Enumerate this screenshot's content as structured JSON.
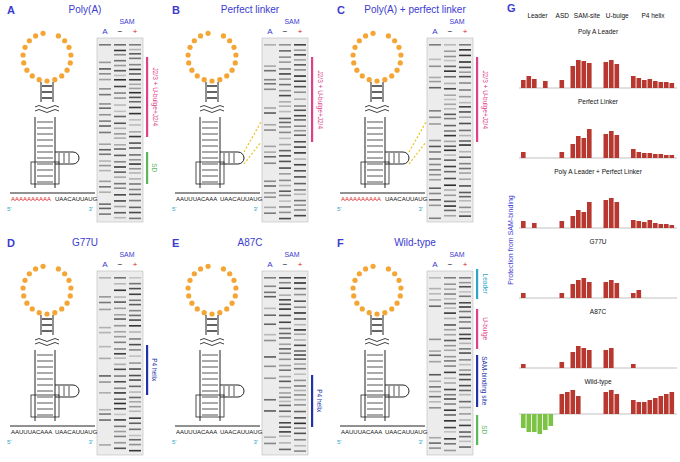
{
  "diagram": {
    "labels": [
      "A",
      "Poly(A)",
      "A",
      "SAM",
      "−",
      "+",
      "5'",
      "3'",
      "AAAAAAAAAA",
      "UAACAUUAUG",
      "J2/3 + U-bulge+J2/4",
      "SD",
      "B",
      "Perfect linker",
      "A",
      "SAM",
      "−",
      "+",
      "5'",
      "3'",
      "AAUUUACAAA",
      "UAACAUUAUG",
      "J2/3 + U-bulge+J2/4",
      "C",
      "Poly(A) + perfect linker",
      "A",
      "SAM",
      "−",
      "+",
      "5'",
      "3'",
      "AAAAAAAAAA",
      "UAACAUUAUG",
      "J2/3 + U-bulge+J2/4",
      "D",
      "G77U",
      "A",
      "SAM",
      "−",
      "+",
      "5'",
      "3'",
      "AAUUUACAAA",
      "UAACAUUAUG",
      "P4 helix",
      "E",
      "A87C",
      "A",
      "SAM",
      "−",
      "+",
      "5'",
      "3'",
      "AAUUUACAAA",
      "UAACAUUAUG",
      "P4 helix",
      "F",
      "Wild-type",
      "A",
      "SAM",
      "−",
      "+",
      "5'",
      "3'",
      "AAUUUACAAA",
      "UAACAUUAUG",
      "Leader",
      "U-bulge",
      "SAM-binding site",
      "SD",
      "G",
      "Leader",
      "ASD",
      "SAM-site",
      "U-bulge",
      "P4 helix",
      "Poly A Leader",
      "Perfect Linker",
      "Poly A Leader + Perfect Linker",
      "G77U",
      "A87C",
      "Wild-type",
      "Protection from SAM-binding"
    ]
  }
}
